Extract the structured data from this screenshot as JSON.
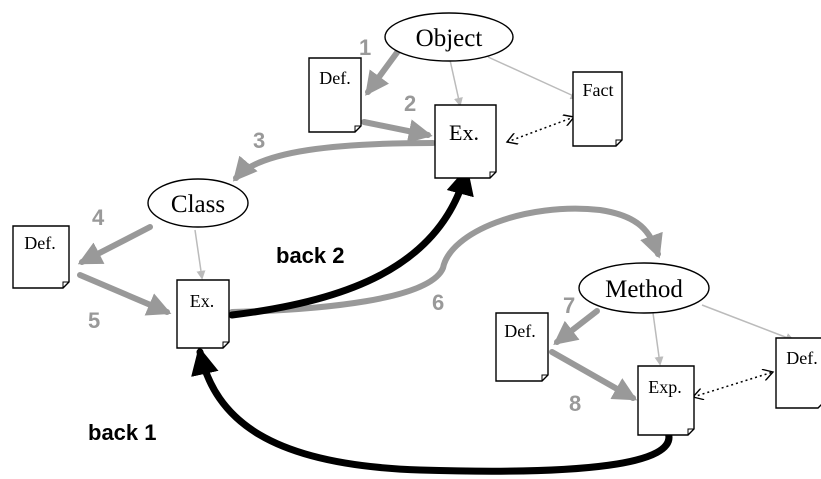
{
  "nodes": {
    "object": "Object",
    "class": "Class",
    "method": "Method",
    "object_def": "Def.",
    "object_ex": "Ex.",
    "object_fact": "Fact",
    "class_def": "Def.",
    "class_ex": "Ex.",
    "method_def": "Def.",
    "method_exp": "Exp.",
    "method_def2": "Def."
  },
  "steps": {
    "s1": "1",
    "s2": "2",
    "s3": "3",
    "s4": "4",
    "s5": "5",
    "s6": "6",
    "s7": "7",
    "s8": "8"
  },
  "backs": {
    "back1": "back 1",
    "back2": "back 2"
  },
  "colors": {
    "step_arrow": "#999999",
    "light_arrow": "#bbbbbb",
    "back_arrow": "#000000"
  }
}
